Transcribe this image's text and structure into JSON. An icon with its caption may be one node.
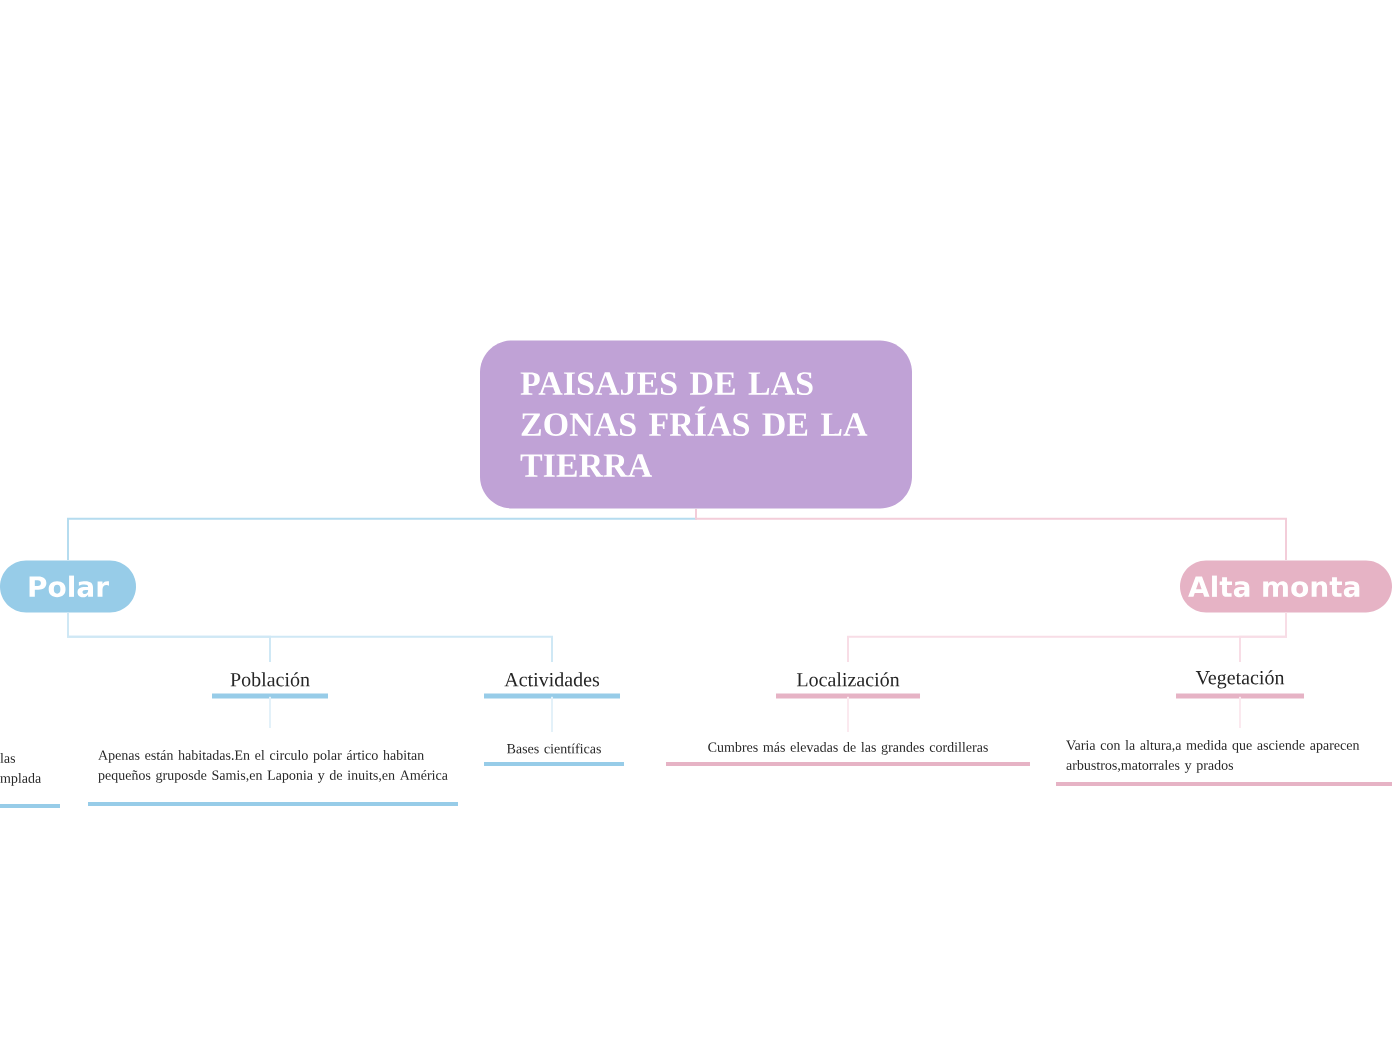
{
  "diagram": {
    "nodes": [
      {
        "text": [
          "PAISAJES DE LAS ZONAS FRÍAS DE LA TIERRA"
        ]
      },
      {
        "text": [
          "Polar"
        ]
      },
      {
        "text": [
          "Alta monta"
        ]
      },
      {
        "text": [
          "Población"
        ]
      },
      {
        "text": [
          "Actividades"
        ]
      },
      {
        "text": [
          "Localización"
        ]
      },
      {
        "text": [
          "Vegetación"
        ]
      },
      {
        "text": [
          "las mplada"
        ]
      },
      {
        "text": [
          "Apenas están habitadas.En el circulo polar ártico habitan pequeños gruposde Samis,en Laponia y de inuits,en América"
        ]
      },
      {
        "text": [
          "Bases científicas"
        ]
      },
      {
        "text": [
          "Cumbres más elevadas de las grandes cordilleras"
        ]
      },
      {
        "text": [
          "Varia con la altura,a medida que asciende aparecen arbustros,matorrales y prados"
        ]
      }
    ],
    "edges": [
      {
        "from": 0,
        "to": 1,
        "arrow": "none",
        "color": "#b5dcef"
      },
      {
        "from": 0,
        "to": 2,
        "arrow": "none",
        "color": "#f3cdd9"
      },
      {
        "from": 1,
        "to": 3,
        "arrow": "none",
        "color": "#cfe8f5"
      },
      {
        "from": 1,
        "to": 4,
        "arrow": "none",
        "color": "#cfe8f5"
      },
      {
        "from": 2,
        "to": 5,
        "arrow": "none",
        "color": "#f8dde6"
      },
      {
        "from": 2,
        "to": 6,
        "arrow": "none",
        "color": "#f8dde6"
      },
      {
        "from": 3,
        "to": 8,
        "arrow": "none",
        "color": "#e3f1f9"
      },
      {
        "from": 4,
        "to": 9,
        "arrow": "none",
        "color": "#e3f1f9"
      },
      {
        "from": 5,
        "to": 10,
        "arrow": "none",
        "color": "#fbe9ef"
      },
      {
        "from": 6,
        "to": 11,
        "arrow": "none",
        "color": "#fbe9ef"
      }
    ]
  }
}
